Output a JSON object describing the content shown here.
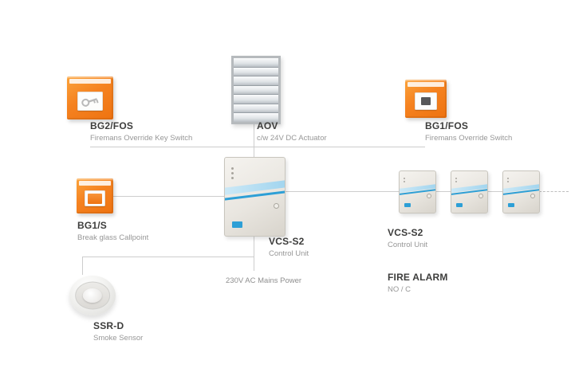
{
  "palette": {
    "device_orange": "#F58220",
    "accent_blue": "#2D9FD6",
    "connector_line": "#CDCDCD",
    "title_text": "#3D3D3C",
    "subtitle_text": "#979797"
  },
  "nodes": {
    "bg2_fos": {
      "title": "BG2/FOS",
      "subtitle": "Firemans Override Key Switch"
    },
    "aov": {
      "title": "AOV",
      "subtitle": "c/w 24V DC Actuator"
    },
    "bg1_fos": {
      "title": "BG1/FOS",
      "subtitle": "Firemans Override Switch"
    },
    "bg1_s": {
      "title": "BG1/S",
      "subtitle": "Break glass Callpoint"
    },
    "vcs_main": {
      "title": "VCS-S2",
      "subtitle": "Control Unit"
    },
    "vcs_expansion": {
      "title": "VCS-S2",
      "subtitle": "Control Unit"
    },
    "ssr_d": {
      "title": "SSR-D",
      "subtitle": "Smoke Sensor"
    },
    "mains": {
      "label": "230V AC Mains Power"
    },
    "fire_alarm": {
      "title": "FIRE ALARM",
      "subtitle": "NO / C"
    }
  }
}
